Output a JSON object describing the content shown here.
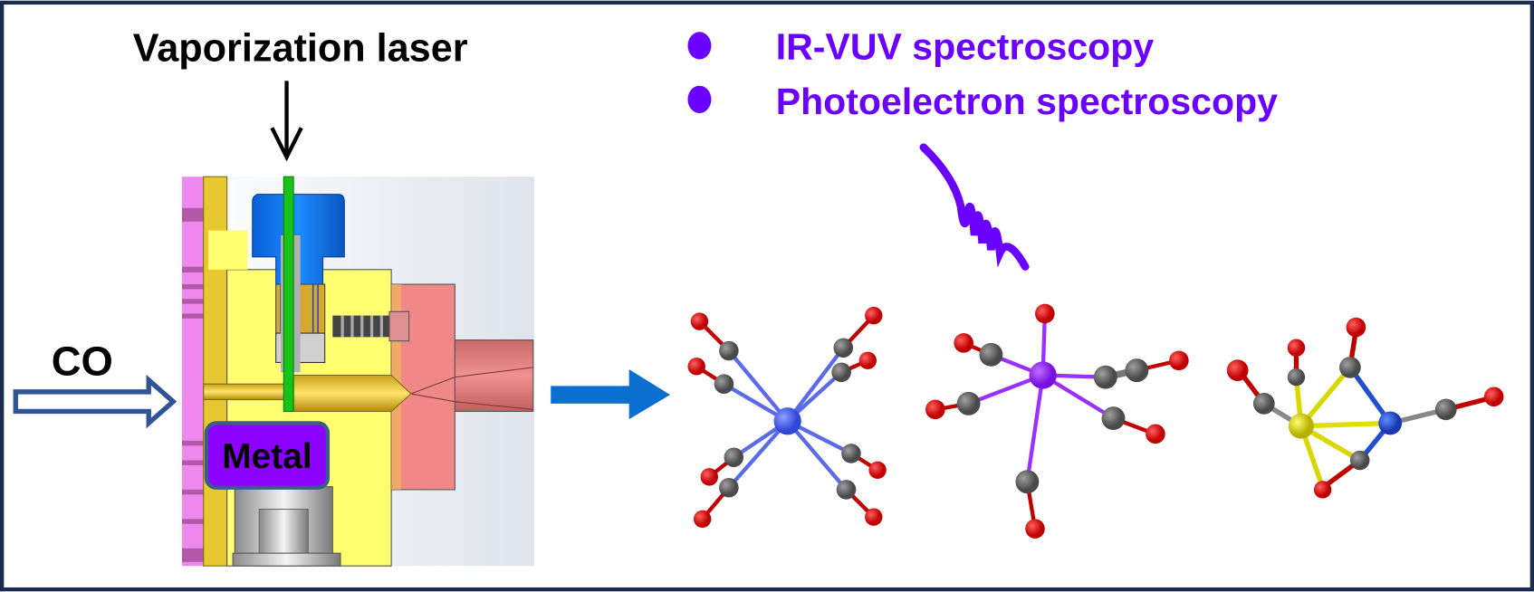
{
  "title": "Vaporization laser",
  "source_label": "CO",
  "target_label": "Metal",
  "methods": [
    {
      "label": "IR-VUV spectroscopy"
    },
    {
      "label": "Photoelectron spectroscopy"
    }
  ],
  "colors": {
    "frame": "#1b2d4f",
    "accent_purple": "#6a00ff",
    "arrow_blue": "#0b6fd0",
    "metal_box": "#8c00ff",
    "laser_green": "#17c317",
    "oxygen": "#e80000",
    "carbon": "#6b6b6b"
  }
}
